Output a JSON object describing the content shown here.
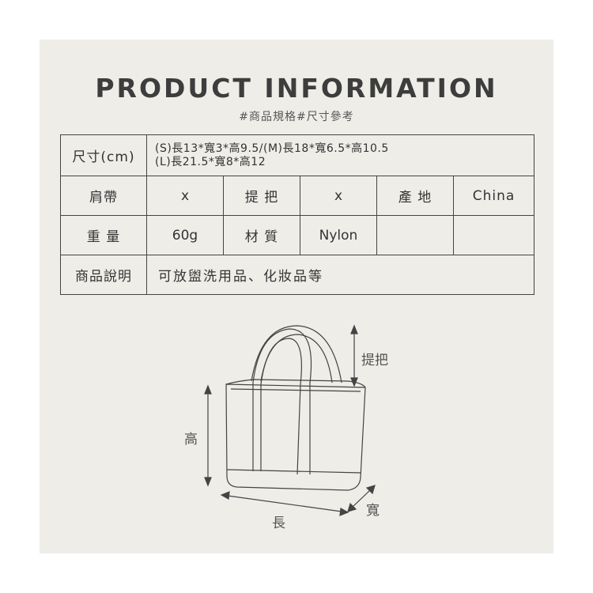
{
  "header": {
    "title": "PRODUCT INFORMATION",
    "subtitle": "#商品規格#尺寸參考"
  },
  "table": {
    "size_label": "尺寸(cm)",
    "size_line1": "(S)長13*寬3*高9.5/(M)長18*寬6.5*高10.5",
    "size_line2": "(L)長21.5*寬8*高12",
    "shoulder_strap_label": "肩帶",
    "shoulder_strap_value": "x",
    "handle_label": "提 把",
    "handle_value": "x",
    "origin_label": "產 地",
    "origin_value": "China",
    "weight_label": "重 量",
    "weight_value": "60g",
    "material_label": "材 質",
    "material_value": "Nylon",
    "desc_label": "商品說明",
    "desc_value": "可放盥洗用品、化妝品等"
  },
  "diagram": {
    "handle_label": "提把",
    "height_label": "高",
    "length_label": "長",
    "width_label": "寬"
  },
  "colors": {
    "panel_bg": "#eeede8",
    "line": "#444444",
    "title": "#3d3d3d"
  }
}
